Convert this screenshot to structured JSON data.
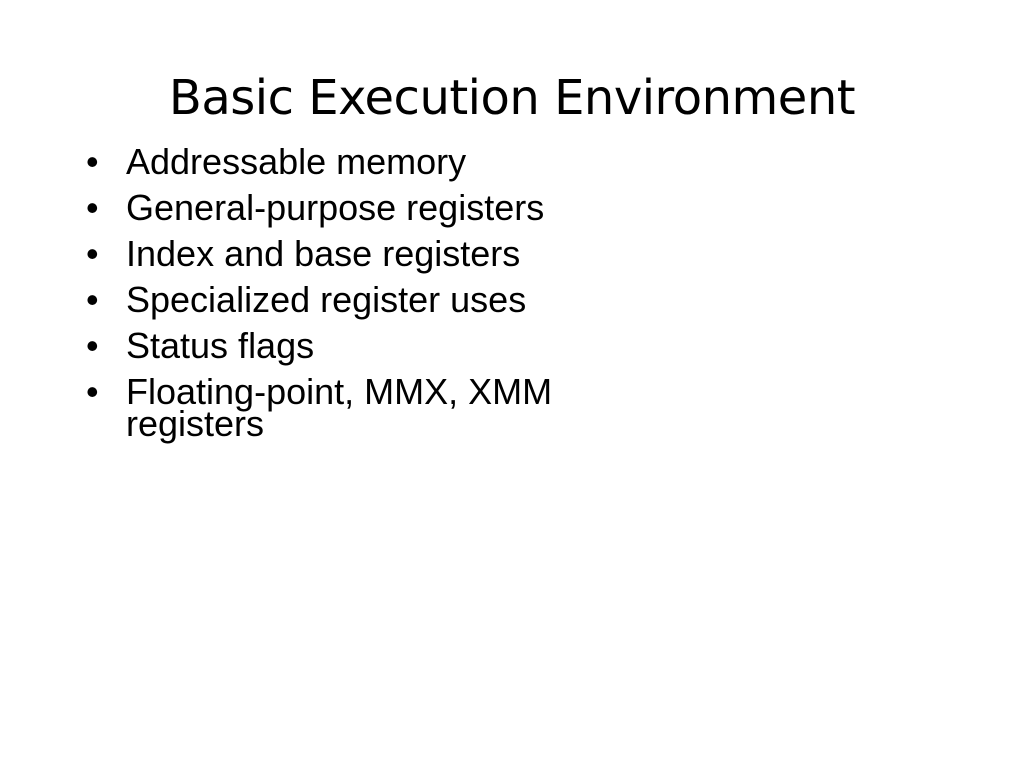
{
  "slide": {
    "title": "Basic Execution Environment",
    "bullet_marker": "•",
    "bullets": [
      "Addressable memory",
      "General-purpose registers",
      "Index and base registers",
      "Specialized register uses",
      "Status flags",
      "Floating-point, MMX, XMM registers"
    ]
  }
}
